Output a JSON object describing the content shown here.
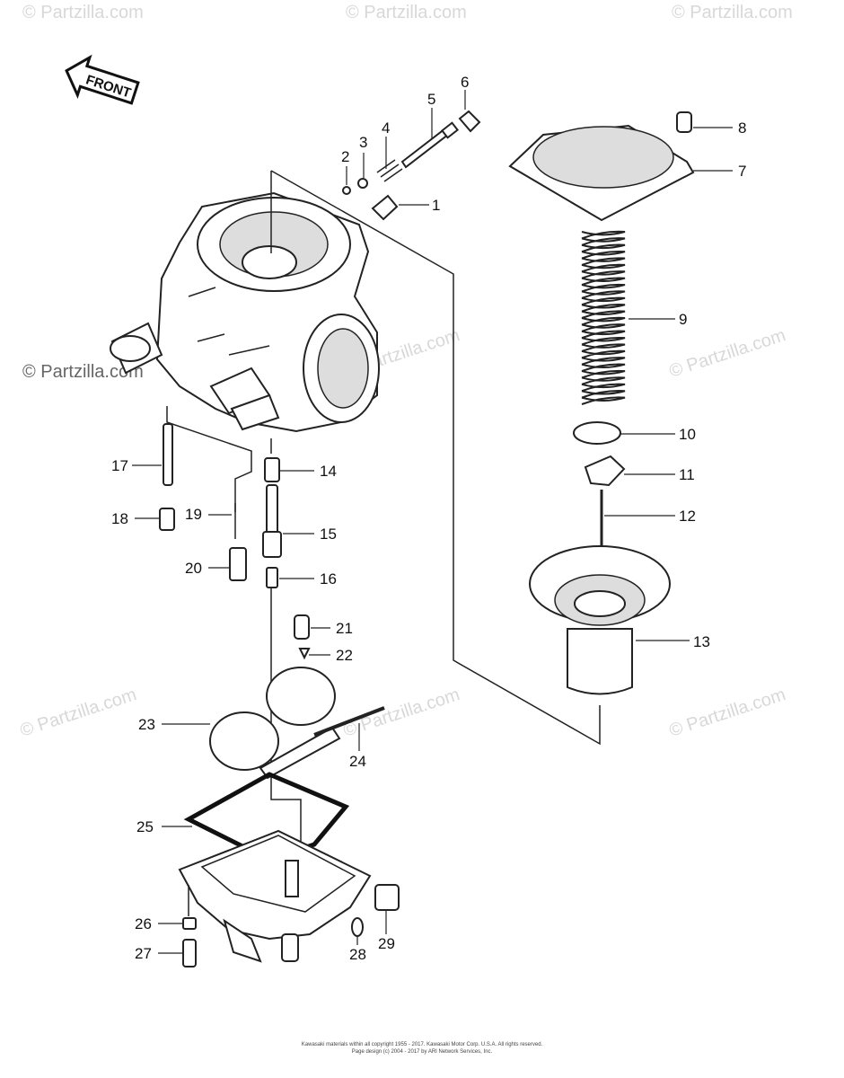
{
  "watermark": "© Partzilla.com",
  "front_arrow": {
    "label": "FRONT"
  },
  "callouts": [
    "1",
    "2",
    "3",
    "4",
    "5",
    "6",
    "7",
    "8",
    "9",
    "10",
    "11",
    "12",
    "13",
    "14",
    "15",
    "16",
    "17",
    "18",
    "19",
    "20",
    "21",
    "22",
    "23",
    "24",
    "25",
    "26",
    "27",
    "28",
    "29"
  ],
  "footer": {
    "line1": "Kawasaki materials within all copyright  1955 - 2017.  Kawasaki Motor Corp. U.S.A.  All rights reserved.",
    "line2": "Page design (c) 2004 - 2017 by ARI Network Services, Inc."
  }
}
